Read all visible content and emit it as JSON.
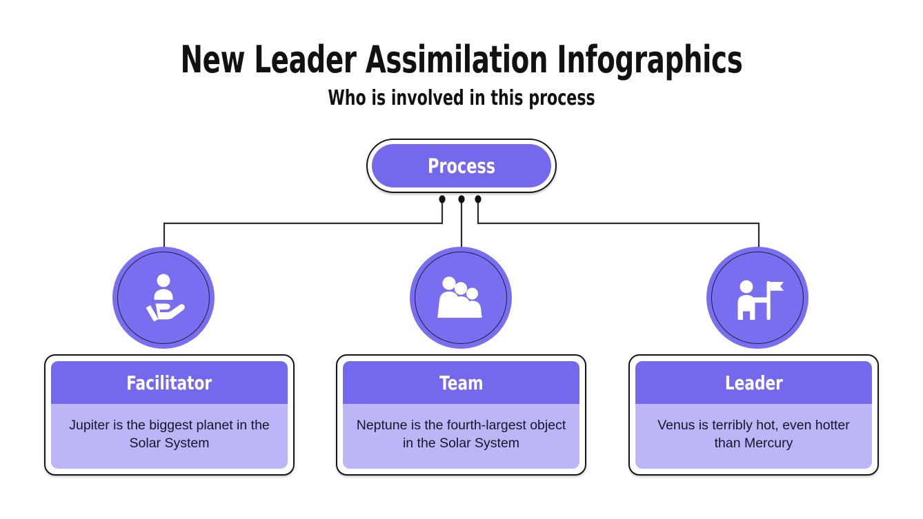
{
  "header": {
    "title": "New Leader Assimilation Infographics",
    "subtitle": "Who is involved in this process"
  },
  "root_node": {
    "label": "Process"
  },
  "colors": {
    "purple_primary": "#7468ED",
    "purple_circle": "#7A6EF0",
    "purple_light": "#BDB6F6",
    "outline": "#141414",
    "text_dark": "#15152b",
    "white": "#FFFFFF"
  },
  "branches": [
    {
      "id": "facilitator",
      "icon": "hand-holding-person-icon",
      "title": "Facilitator",
      "description": "Jupiter is the biggest planet in the Solar System"
    },
    {
      "id": "team",
      "icon": "group-of-people-icon",
      "title": "Team",
      "description": "Neptune is the fourth-largest object in the Solar System"
    },
    {
      "id": "leader",
      "icon": "person-with-flag-icon",
      "title": "Leader",
      "description": "Venus is terribly hot, even hotter than Mercury"
    }
  ]
}
